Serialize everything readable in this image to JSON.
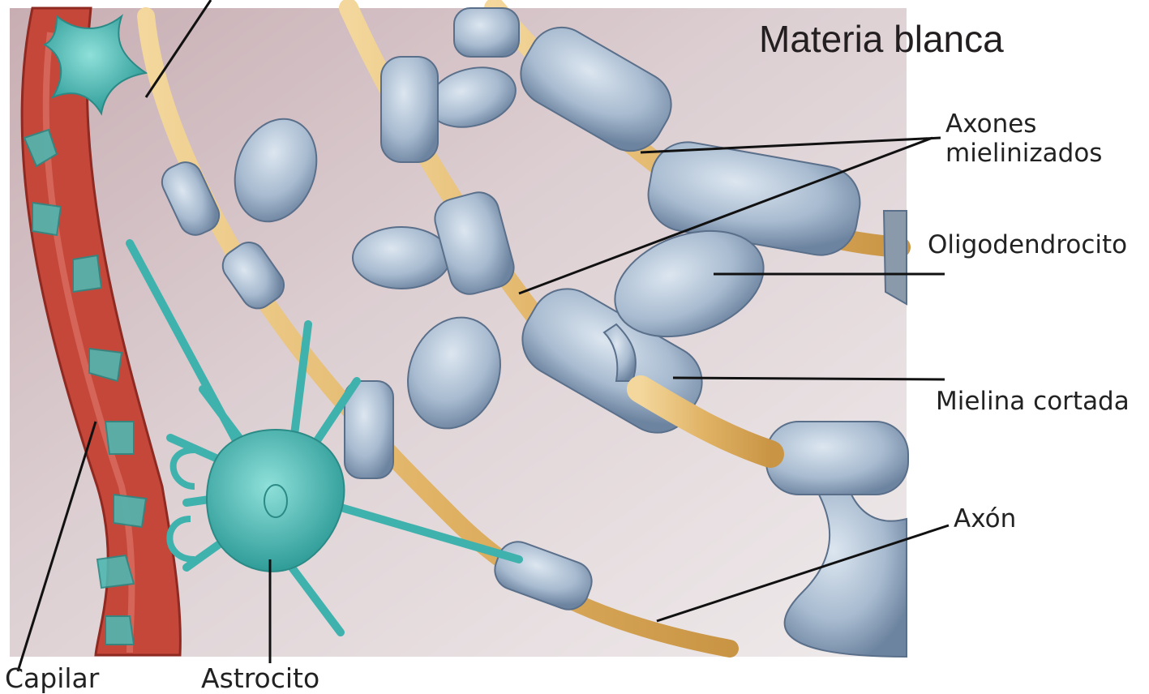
{
  "title": "Materia blanca",
  "labels": {
    "axones": "Axones\nmielinizados",
    "oligodendrocito": "Oligodendrocito",
    "mielina_cortada": "Mielina cortada",
    "axon": "Axón",
    "capilar": "Capilar",
    "astrocito": "Astrocito"
  },
  "colors": {
    "background": "#d9c6c9",
    "capillary": "#c8473a",
    "astrocyte": "#3fb2ad",
    "myelin": "#93a9c2",
    "axon_core": "#e3b86f",
    "text": "#222222"
  }
}
